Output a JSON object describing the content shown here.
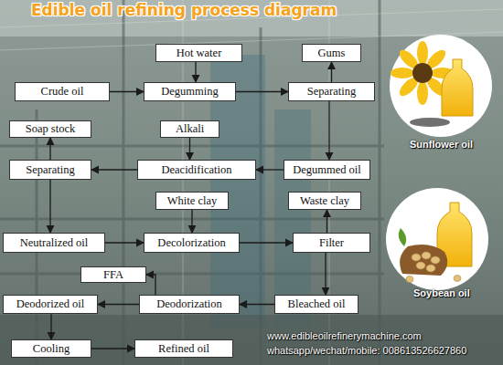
{
  "diagram": {
    "title": "Edible oil refining process diagram",
    "nodes": [
      {
        "text": [
          "Hot water"
        ]
      },
      {
        "text": [
          "Crude oil"
        ]
      },
      {
        "text": [
          "Degumming"
        ]
      },
      {
        "text": [
          "Gums"
        ]
      },
      {
        "text": [
          "Separating"
        ]
      },
      {
        "text": [
          "Soap stock"
        ]
      },
      {
        "text": [
          "Alkali"
        ]
      },
      {
        "text": [
          "Separating"
        ]
      },
      {
        "text": [
          "Deacidification"
        ]
      },
      {
        "text": [
          "Degummed oil"
        ]
      },
      {
        "text": [
          "White clay"
        ]
      },
      {
        "text": [
          "Waste clay"
        ]
      },
      {
        "text": [
          "Neutralized oil"
        ]
      },
      {
        "text": [
          "Decolorization"
        ]
      },
      {
        "text": [
          "Filter"
        ]
      },
      {
        "text": [
          "FFA"
        ]
      },
      {
        "text": [
          "Deodorized oil"
        ]
      },
      {
        "text": [
          "Deodorization"
        ]
      },
      {
        "text": [
          "Bleached oil"
        ]
      },
      {
        "text": [
          "Cooling"
        ]
      },
      {
        "text": [
          "Refined oil"
        ]
      }
    ],
    "edges": [
      {
        "from": 0,
        "to": 2,
        "arrow": "to"
      },
      {
        "from": 1,
        "to": 2,
        "arrow": "to"
      },
      {
        "from": 2,
        "to": 4,
        "arrow": "to"
      },
      {
        "from": 4,
        "to": 3,
        "arrow": "to"
      },
      {
        "from": 4,
        "to": 9,
        "arrow": "to"
      },
      {
        "from": 9,
        "to": 8,
        "arrow": "to"
      },
      {
        "from": 6,
        "to": 8,
        "arrow": "to"
      },
      {
        "from": 8,
        "to": 7,
        "arrow": "to"
      },
      {
        "from": 7,
        "to": 5,
        "arrow": "to"
      },
      {
        "from": 7,
        "to": 12,
        "arrow": "to"
      },
      {
        "from": 12,
        "to": 13,
        "arrow": "to"
      },
      {
        "from": 10,
        "to": 13,
        "arrow": "to"
      },
      {
        "from": 13,
        "to": 14,
        "arrow": "to"
      },
      {
        "from": 14,
        "to": 11,
        "arrow": "to"
      },
      {
        "from": 14,
        "to": 18,
        "arrow": "to"
      },
      {
        "from": 18,
        "to": 17,
        "arrow": "to"
      },
      {
        "from": 17,
        "to": 15,
        "arrow": "to"
      },
      {
        "from": 17,
        "to": 16,
        "arrow": "to"
      },
      {
        "from": 16,
        "to": 19,
        "arrow": "to"
      },
      {
        "from": 19,
        "to": 20,
        "arrow": "to"
      }
    ],
    "labels": [
      "Sunflower oil",
      "Soybean oil",
      "www.edibleoilrefinerymachine.com",
      "whatsapp/wechat/mobile: 008613526627860"
    ]
  }
}
